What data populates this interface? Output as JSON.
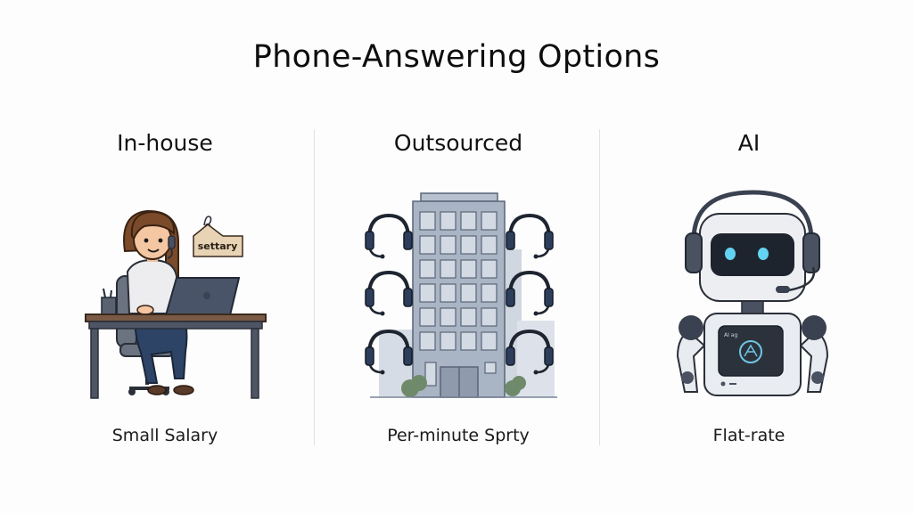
{
  "title": "Phone-Answering Options",
  "columns": [
    {
      "heading": "In-house",
      "caption": "Small Salary",
      "illustration": "person-at-desk-with-headset",
      "tag_label": "settary"
    },
    {
      "heading": "Outsourced",
      "caption": "Per-minute Sprty",
      "illustration": "office-building-with-headsets",
      "headset_count": 6
    },
    {
      "heading": "AI",
      "caption": "Flat-rate",
      "illustration": "robot-with-headset",
      "screen_label": "AI ag"
    }
  ],
  "colors": {
    "background": "#fdfdfd",
    "text": "#111111",
    "divider": "#e2e2e2",
    "accent_blue": "#5fd0f0",
    "dark_gray": "#2f3640",
    "building": "#9aa6b8",
    "desk_wood": "#7a5a45",
    "tag": "#e8d3b4"
  }
}
